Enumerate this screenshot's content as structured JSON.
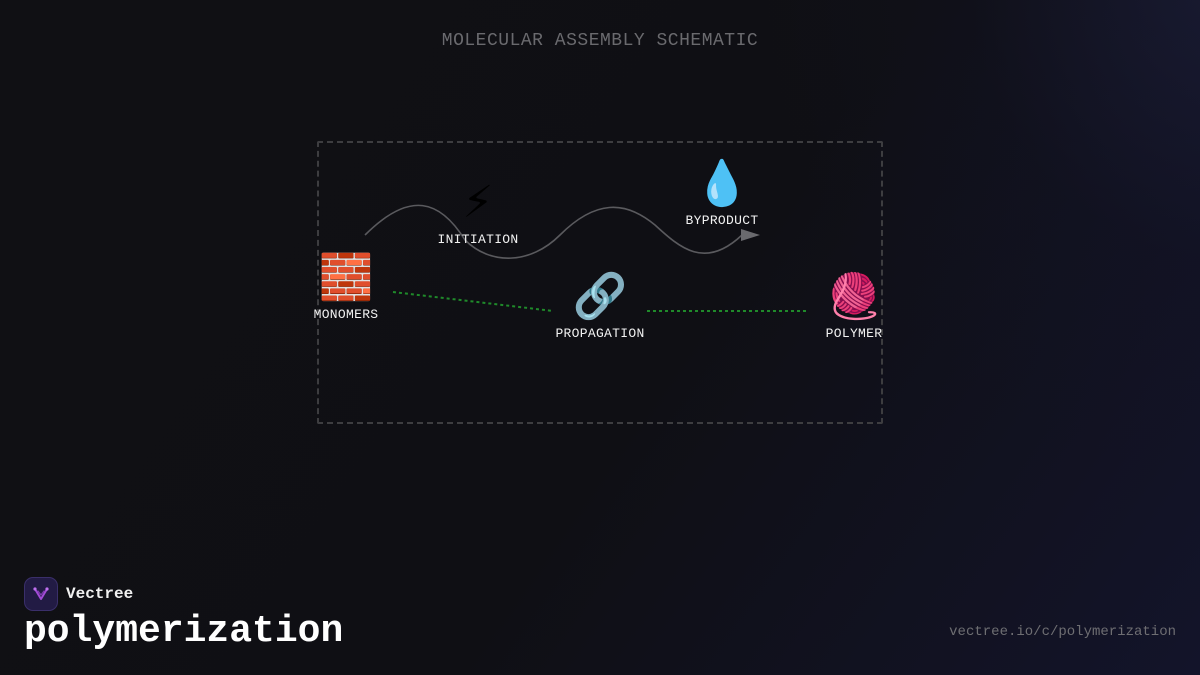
{
  "diagram": {
    "title": "MOLECULAR ASSEMBLY SCHEMATIC",
    "nodes": {
      "monomers": {
        "label": "MONOMERS",
        "icon": "brick-icon",
        "emoji": "🧱"
      },
      "initiation": {
        "label": "INITIATION",
        "icon": "lightning-icon",
        "emoji": "⚡"
      },
      "byproduct": {
        "label": "BYPRODUCT",
        "icon": "droplet-icon",
        "emoji": "💧"
      },
      "propagation": {
        "label": "PROPAGATION",
        "icon": "chain-link-icon",
        "emoji": "🔗"
      },
      "polymer": {
        "label": "POLYMER",
        "icon": "yarn-ball-icon",
        "emoji": "🧶"
      }
    },
    "connectors": [
      {
        "from": "monomers",
        "to": "byproduct",
        "style": "curved-solid-arrow",
        "color": "#5a5a5e"
      },
      {
        "from": "monomers",
        "to": "propagation",
        "style": "dotted",
        "color": "#1f8a2a"
      },
      {
        "from": "propagation",
        "to": "polymer",
        "style": "dotted",
        "color": "#1f8a2a"
      }
    ]
  },
  "footer": {
    "brand_name": "Vectree",
    "brand_icon": "vectree-logo-icon",
    "topic": "polymerization",
    "url": "vectree.io/c/polymerization"
  },
  "colors": {
    "background": "#0f0f13",
    "frame": "#3d3d40",
    "dotted_connector": "#1f8a2a",
    "label_text": "#f2f2f2",
    "logo_accent": "#a24bd6"
  }
}
